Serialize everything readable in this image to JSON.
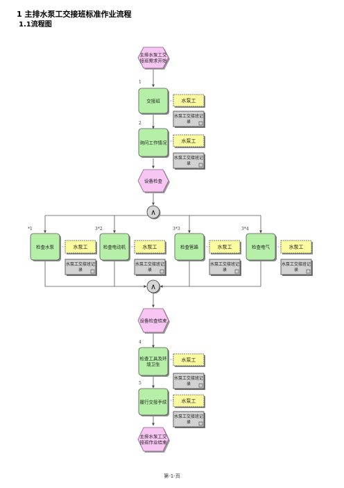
{
  "page": {
    "heading": "1 主排水泵工交接班标准作业流程",
    "subheading": "1.1流程图",
    "footer": "第-1-页"
  },
  "diagram": {
    "events": {
      "start": [
        "主排水泵工交",
        "接班需求开始"
      ],
      "check": [
        "设备检查"
      ],
      "check_end": [
        "设备检查结束"
      ],
      "end": [
        "主排水泵工交",
        "接班作业结束"
      ]
    },
    "functions": {
      "handover": [
        "交接班"
      ],
      "ask": [
        "询问工作情况"
      ],
      "pump": [
        "检查水泵"
      ],
      "motor": [
        "检查电动机"
      ],
      "pipe": [
        "检查管路"
      ],
      "elec": [
        "检查电气"
      ],
      "tools": [
        "检查工具及环",
        "境卫生"
      ],
      "sign": [
        "履行交接手续"
      ]
    },
    "role": "水泵工",
    "docs": {
      "record": [
        "水泵工交接班记",
        "录"
      ],
      "record_alt": [
        "水泵工交接班记",
        "录"
      ]
    },
    "step_labels": {
      "s1": "1",
      "s2": "2",
      "b1": "*1",
      "b2": "3*2",
      "b3": "3*3",
      "b4": "3*4",
      "s4": "4",
      "s5": "5"
    },
    "gateway_symbol": "∧",
    "colors": {
      "event": "#f7c6f3",
      "function": "#b6f0a8",
      "role": "#fbfba0",
      "document": "#d2d2d2",
      "gateway": "#d6d6d6"
    }
  }
}
